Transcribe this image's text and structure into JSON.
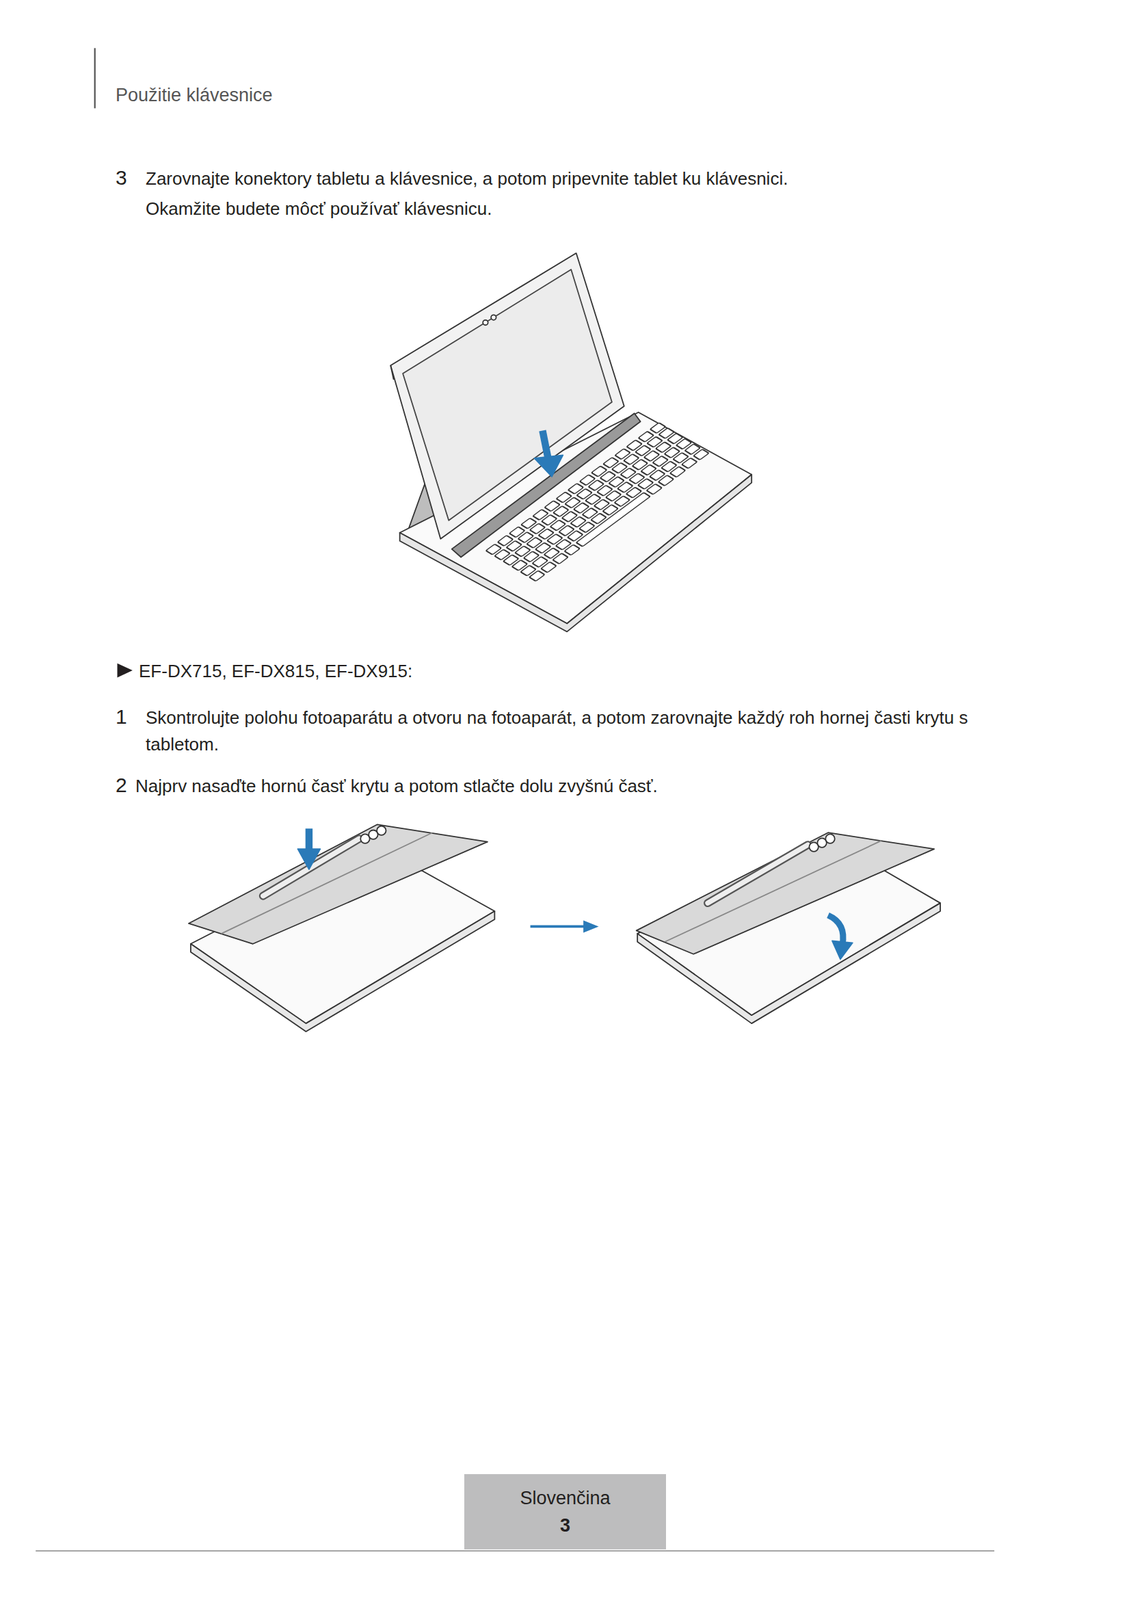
{
  "diagram": {
    "title": "Použitie klávesnice",
    "nodes": [
      {
        "text": [
          "Slovenčina",
          "3"
        ]
      }
    ],
    "labels": [
      "3",
      "Zarovnajte konektory tabletu a klávesnice, a potom pripevnite tablet ku klávesnici.",
      "Okamžite budete môcť používať klávesnicu.",
      "EF-DX715, EF-DX815, EF-DX915:",
      "1",
      "Skontrolujte polohu fotoaparátu a otvoru na fotoaparát, a potom zarovnajte každý roh hornej časti krytu s tabletom.",
      "2",
      "Najprv nasaďte hornú časť krytu a potom stlačte dolu zvyšnú časť."
    ]
  }
}
